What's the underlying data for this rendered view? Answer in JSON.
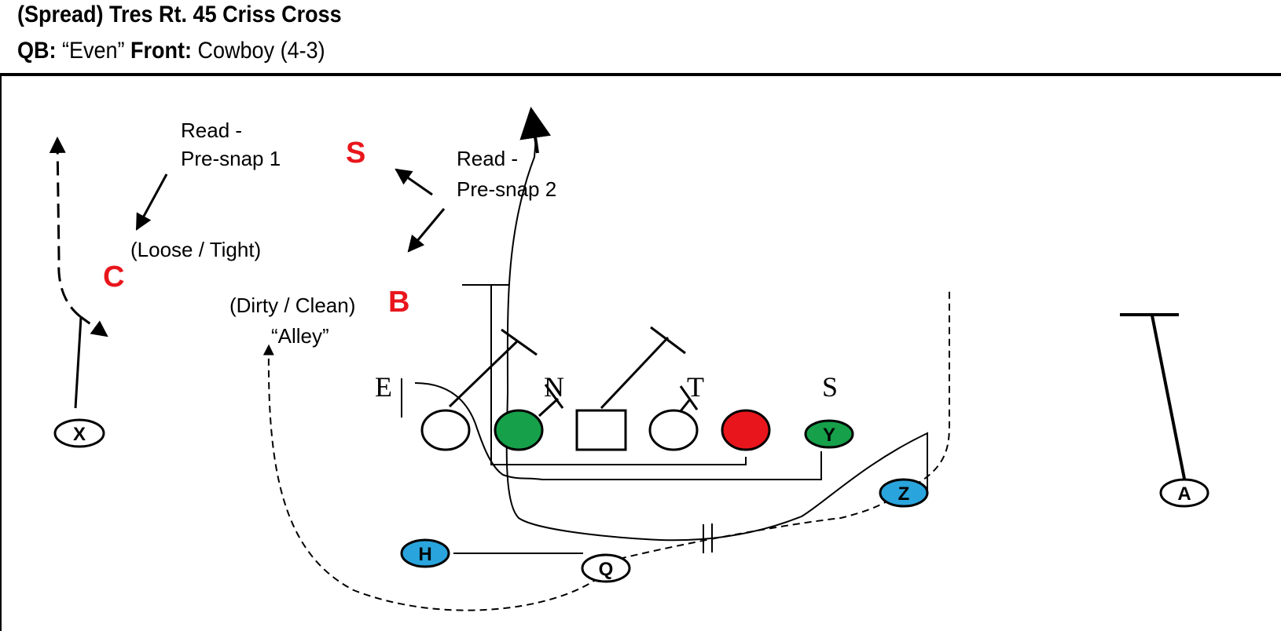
{
  "header": {
    "title": "(Spread) Tres Rt. 45 Criss Cross",
    "qb_label": "QB:",
    "qb_value": "“Even”",
    "front_label": "Front:",
    "front_value": "Cowboy (4-3)"
  },
  "annotations": {
    "read1_line1": "Read -",
    "read1_line2": "Pre-snap 1",
    "read2_line1": "Read -",
    "read2_line2": "Pre-snap 2",
    "loose_tight": "(Loose / Tight)",
    "dirty_clean": "(Dirty / Clean)",
    "alley": "“Alley”"
  },
  "defenders": {
    "c": "C",
    "s_red": "S",
    "b": "B",
    "e": "E",
    "n": "N",
    "t": "T",
    "s": "S"
  },
  "players": {
    "x": "X",
    "y": "Y",
    "z": "Z",
    "h": "H",
    "q": "Q",
    "a": "A"
  },
  "colors": {
    "red": "#e8161c",
    "green": "#16a04a",
    "blue": "#2aa4dc",
    "line": "#000000"
  }
}
